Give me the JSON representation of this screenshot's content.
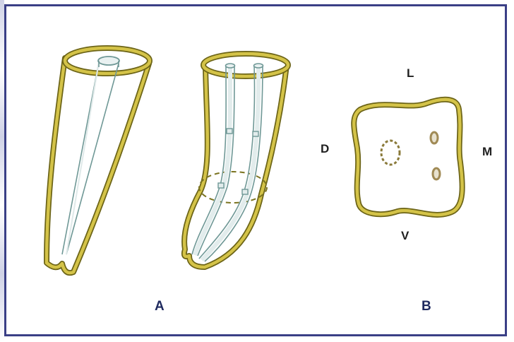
{
  "labels": {
    "panel_a": "A",
    "panel_b": "B",
    "lingual": "L",
    "distal": "D",
    "mesial": "M",
    "vestibular": "V"
  },
  "colors": {
    "frame_border": "#3a3f86",
    "root_wall": "#b6a52c",
    "root_wall_dark": "#6c6417",
    "canal_line": "#6f9896",
    "canal_fill": "#e2ecec",
    "canal_orifice_fill": "#c4a77f",
    "dashed_section": "#7b7420"
  }
}
